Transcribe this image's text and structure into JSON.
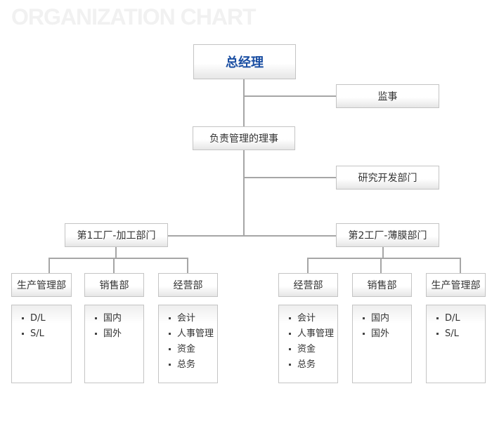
{
  "title": "ORGANIZATION CHART",
  "colors": {
    "line": "#a6a6a6",
    "border": "#c4c4c4",
    "top_text": "#1a4ea2"
  },
  "top": "总经理",
  "supervisor": "监事",
  "director": "负责管理的理事",
  "rnd": "研究开发部门",
  "factories": [
    {
      "name": "第1工厂-加工部门",
      "departments": [
        {
          "name": "生产管理部",
          "items": [
            "D/L",
            "S/L"
          ]
        },
        {
          "name": "销售部",
          "items": [
            "国内",
            "国外"
          ]
        },
        {
          "name": "经营部",
          "items": [
            "会计",
            "人事管理",
            "资金",
            "总务"
          ]
        }
      ]
    },
    {
      "name": "第2工厂-薄膜部门",
      "departments": [
        {
          "name": "经营部",
          "items": [
            "会计",
            "人事管理",
            "资金",
            "总务"
          ]
        },
        {
          "name": "销售部",
          "items": [
            "国内",
            "国外"
          ]
        },
        {
          "name": "生产管理部",
          "items": [
            "D/L",
            "S/L"
          ]
        }
      ]
    }
  ]
}
